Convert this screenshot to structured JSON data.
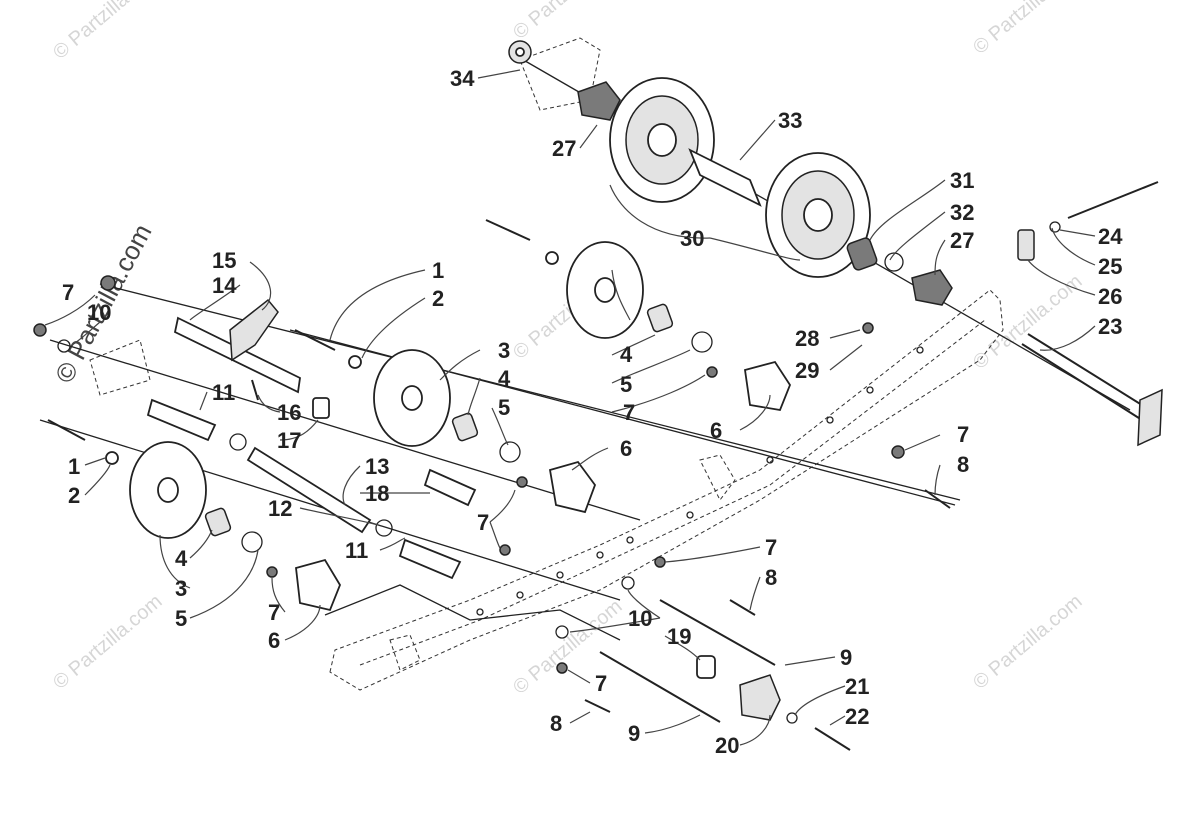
{
  "watermarks": {
    "diagonal": "© Partzilla.com",
    "side": "© Partzilla.com"
  },
  "callouts": [
    {
      "id": "c34",
      "text": "34"
    },
    {
      "id": "c27a",
      "text": "27"
    },
    {
      "id": "c33",
      "text": "33"
    },
    {
      "id": "c30",
      "text": "30"
    },
    {
      "id": "c31",
      "text": "31"
    },
    {
      "id": "c32",
      "text": "32"
    },
    {
      "id": "c27b",
      "text": "27"
    },
    {
      "id": "c24",
      "text": "24"
    },
    {
      "id": "c25",
      "text": "25"
    },
    {
      "id": "c26",
      "text": "26"
    },
    {
      "id": "c23",
      "text": "23"
    },
    {
      "id": "c28",
      "text": "28"
    },
    {
      "id": "c29",
      "text": "29"
    },
    {
      "id": "c15",
      "text": "15"
    },
    {
      "id": "c14",
      "text": "14"
    },
    {
      "id": "c7a",
      "text": "7"
    },
    {
      "id": "c10a",
      "text": "10"
    },
    {
      "id": "c1a",
      "text": "1"
    },
    {
      "id": "c2a",
      "text": "2"
    },
    {
      "id": "c3a",
      "text": "3"
    },
    {
      "id": "c4a",
      "text": "4"
    },
    {
      "id": "c5a",
      "text": "5"
    },
    {
      "id": "c7b",
      "text": "7"
    },
    {
      "id": "c6a",
      "text": "6"
    },
    {
      "id": "c7c",
      "text": "7"
    },
    {
      "id": "c8a",
      "text": "8"
    },
    {
      "id": "c11a",
      "text": "11"
    },
    {
      "id": "c16",
      "text": "16"
    },
    {
      "id": "c17",
      "text": "17"
    },
    {
      "id": "c4b",
      "text": "4"
    },
    {
      "id": "c5b",
      "text": "5"
    },
    {
      "id": "c6b",
      "text": "6"
    },
    {
      "id": "c13",
      "text": "13"
    },
    {
      "id": "c18",
      "text": "18"
    },
    {
      "id": "c12",
      "text": "12"
    },
    {
      "id": "c11b",
      "text": "11"
    },
    {
      "id": "c7d",
      "text": "7"
    },
    {
      "id": "c7e",
      "text": "7"
    },
    {
      "id": "c8b",
      "text": "8"
    },
    {
      "id": "c1b",
      "text": "1"
    },
    {
      "id": "c2b",
      "text": "2"
    },
    {
      "id": "c4c",
      "text": "4"
    },
    {
      "id": "c3b",
      "text": "3"
    },
    {
      "id": "c5c",
      "text": "5"
    },
    {
      "id": "c7f",
      "text": "7"
    },
    {
      "id": "c6c",
      "text": "6"
    },
    {
      "id": "c10b",
      "text": "10"
    },
    {
      "id": "c19",
      "text": "19"
    },
    {
      "id": "c9a",
      "text": "9"
    },
    {
      "id": "c21",
      "text": "21"
    },
    {
      "id": "c22",
      "text": "22"
    },
    {
      "id": "c7g",
      "text": "7"
    },
    {
      "id": "c8c",
      "text": "8"
    },
    {
      "id": "c9b",
      "text": "9"
    },
    {
      "id": "c20",
      "text": "20"
    }
  ]
}
